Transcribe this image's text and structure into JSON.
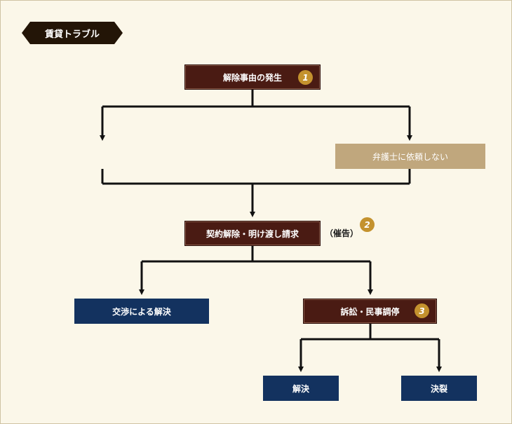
{
  "header": {
    "tag_label": "賃貸トラブル"
  },
  "nodes": {
    "occurrence": {
      "label": "解除事由の発生",
      "badge": "1"
    },
    "no_lawyer": {
      "label": "弁護士に依頼しない"
    },
    "termination": {
      "label": "契約解除・明け渡し請求",
      "badge": "2",
      "note": "（催告）"
    },
    "negotiation": {
      "label": "交渉による解決"
    },
    "litigation": {
      "label": "訴訟・民事調停",
      "badge": "3"
    },
    "resolved": {
      "label": "解決"
    },
    "breakdown": {
      "label": "決裂"
    }
  },
  "colors": {
    "background": "#fbf7e9",
    "brown_box": "#4a1b13",
    "tan_box": "#c0a77d",
    "navy_box": "#13325f",
    "badge": "#c4922e",
    "tag": "#231507"
  }
}
